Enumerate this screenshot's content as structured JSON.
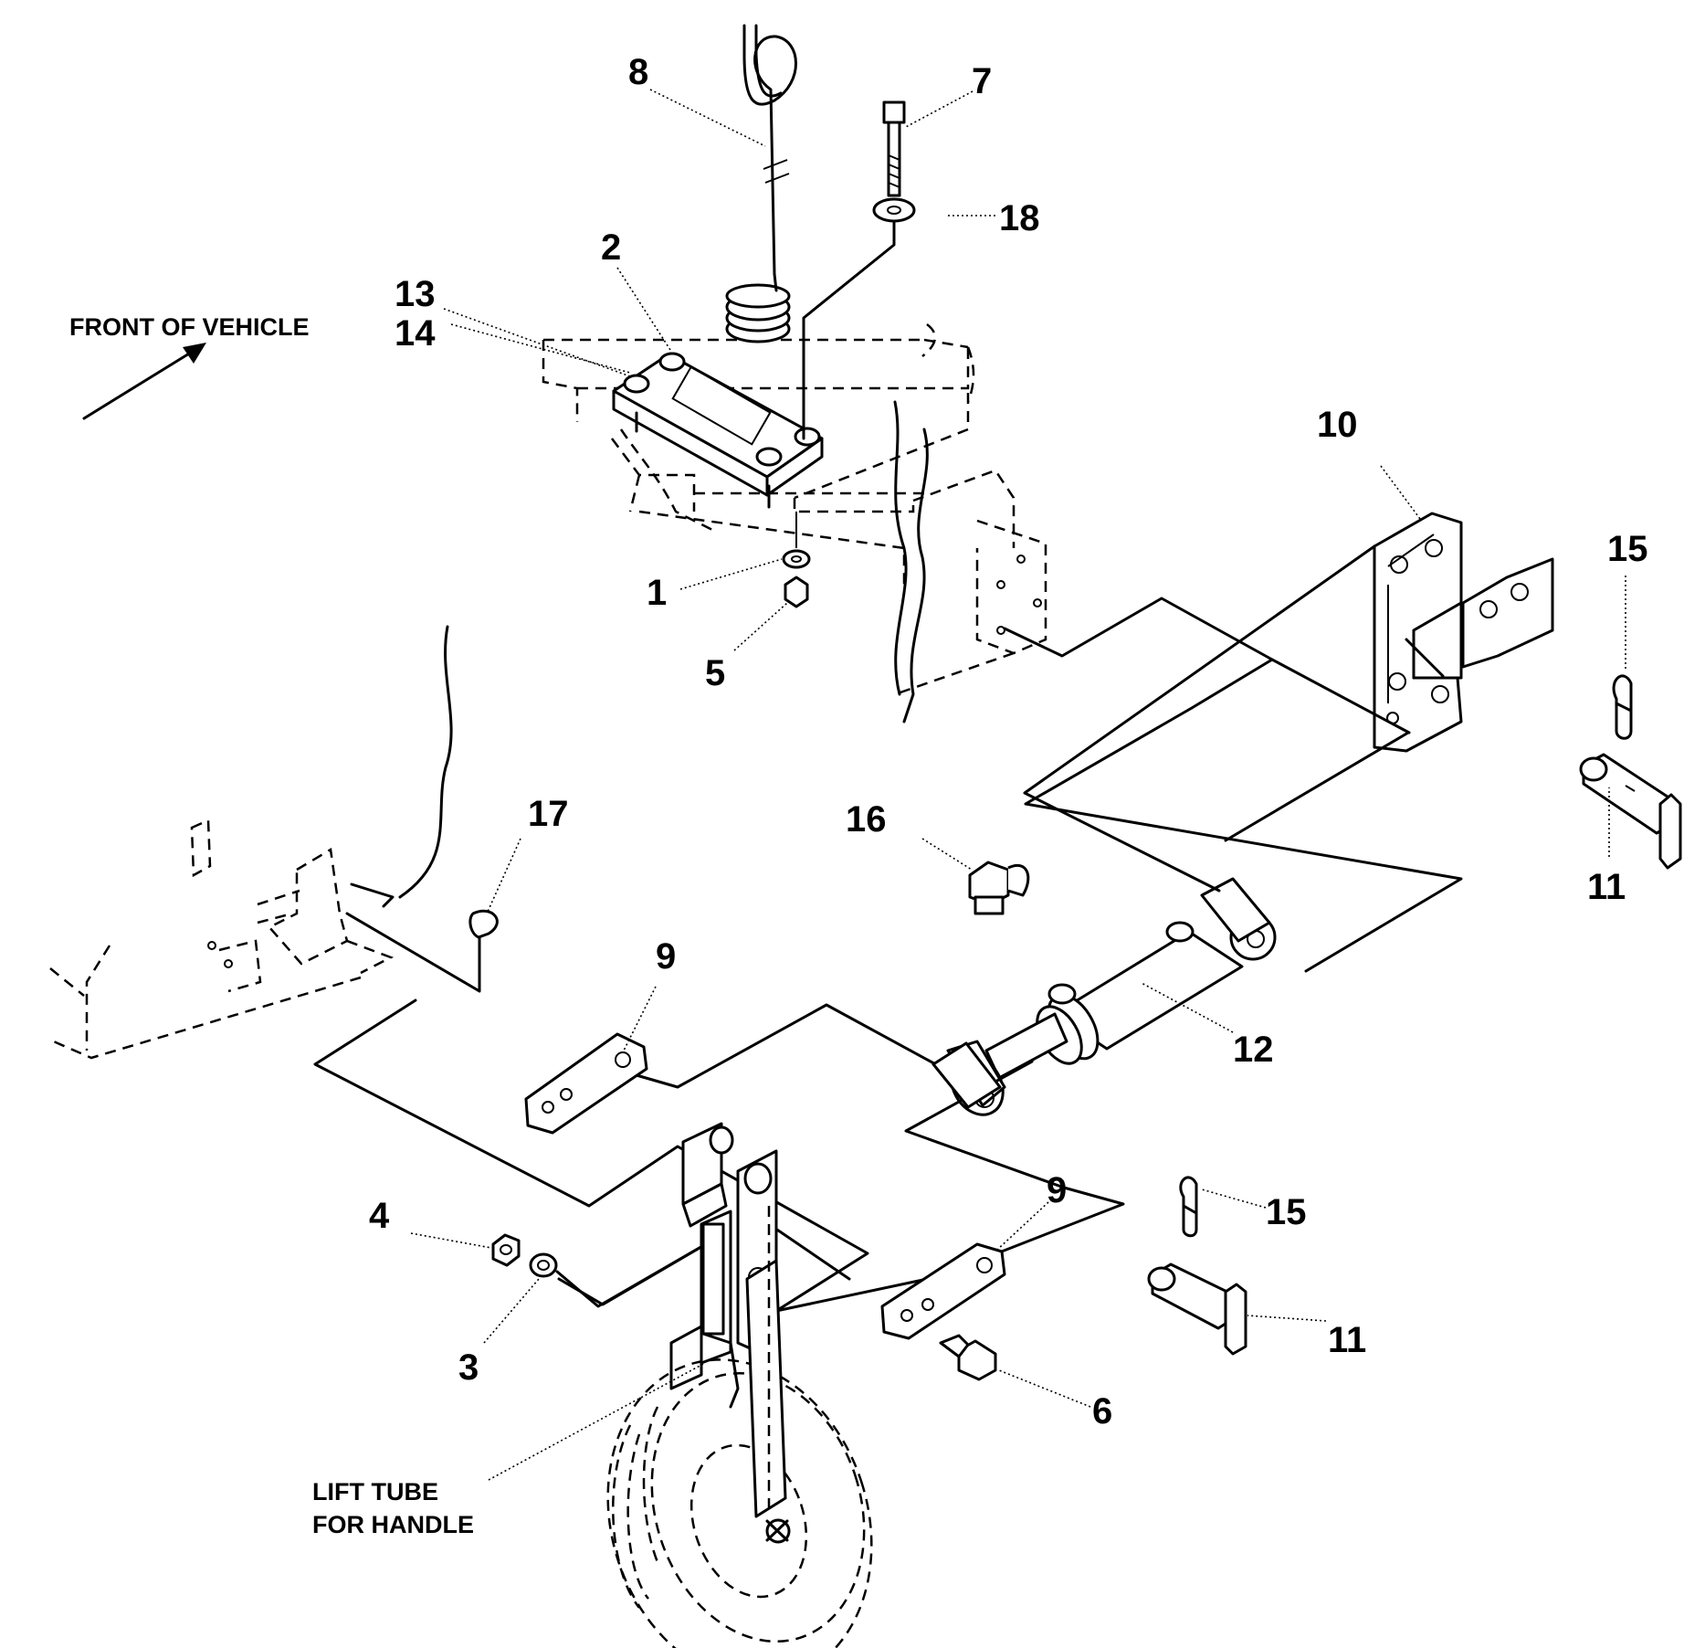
{
  "labels": {
    "front_of_vehicle": "FRONT OF VEHICLE",
    "lift_tube_line1": "LIFT TUBE",
    "lift_tube_line2": "FOR HANDLE"
  },
  "callouts": {
    "c1": "1",
    "c2": "2",
    "c3": "3",
    "c4": "4",
    "c5": "5",
    "c6": "6",
    "c7": "7",
    "c8": "8",
    "c9a": "9",
    "c9b": "9",
    "c10": "10",
    "c11a": "11",
    "c11b": "11",
    "c12": "12",
    "c13": "13",
    "c14": "14",
    "c15a": "15",
    "c15b": "15",
    "c16": "16",
    "c17": "17",
    "c18": "18"
  }
}
